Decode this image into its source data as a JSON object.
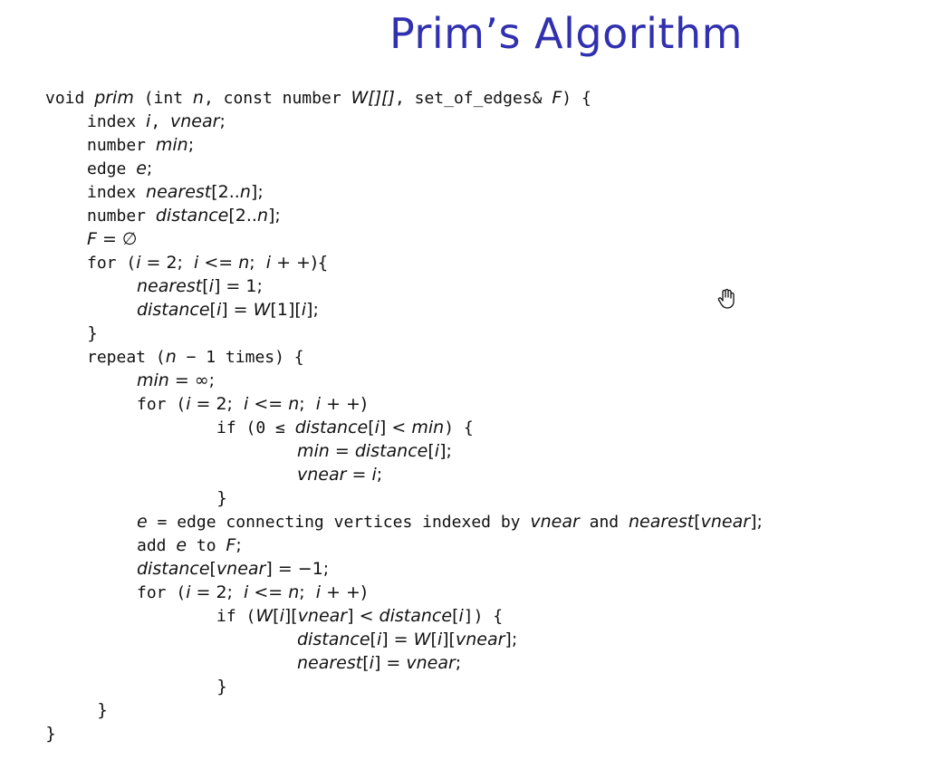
{
  "title": "Prim’s Algorithm",
  "code": {
    "l01": {
      "a": "void ",
      "b": "prim",
      "c": " (int ",
      "d": "n",
      "e": ", const number ",
      "f": "W[][]",
      "g": ", set_of_edges& ",
      "h": "F",
      "i": ") {"
    },
    "l02": {
      "a": "index ",
      "b": "i",
      "c": ", ",
      "d": "vnear",
      "e": ";"
    },
    "l03": {
      "a": "number ",
      "b": "min",
      "c": ";"
    },
    "l04": {
      "a": "edge ",
      "b": "e",
      "c": ";"
    },
    "l05": {
      "a": "index ",
      "b": "nearest",
      "c": "[2..",
      "d": "n",
      "e": "];"
    },
    "l06": {
      "a": "number ",
      "b": "distance",
      "c": "[2..",
      "d": "n",
      "e": "];"
    },
    "l07": {
      "a": "F",
      "b": " = ∅"
    },
    "l08": {
      "a": "for (",
      "b": "i",
      "c": " = 2;  ",
      "d": "i",
      "e": " <= ",
      "f": "n",
      "g": ";  ",
      "h": "i",
      "i": " + +){"
    },
    "l09": {
      "a": "nearest",
      "b": "[",
      "c": "i",
      "d": "] = 1;"
    },
    "l10": {
      "a": "distance",
      "b": "[",
      "c": "i",
      "d": "] = ",
      "e": "W",
      "f": "[1][",
      "g": "i",
      "h": "];"
    },
    "l11": {
      "a": "}"
    },
    "l12": {
      "a": "repeat (",
      "b": "n",
      "c": " − 1 times) {"
    },
    "l13": {
      "a": "min",
      "b": " = ∞;"
    },
    "l14": {
      "a": "for (",
      "b": "i",
      "c": " = 2;  ",
      "d": "i",
      "e": " <= ",
      "f": "n",
      "g": ";  ",
      "h": "i",
      "i": " + +)"
    },
    "l15": {
      "a": "if (0 ≤ ",
      "b": "distance",
      "c": "[",
      "d": "i",
      "e": "] < ",
      "f": "min",
      "g": ") {"
    },
    "l16": {
      "a": "min",
      "b": " = ",
      "c": "distance",
      "d": "[",
      "e": "i",
      "f": "];"
    },
    "l17": {
      "a": "vnear",
      "b": " = ",
      "c": "i",
      "d": ";"
    },
    "l18": {
      "a": "}"
    },
    "l19": {
      "a": "e",
      "b": " = edge connecting vertices indexed by ",
      "c": "vnear",
      "d": " and ",
      "e": "nearest",
      "f": "[",
      "g": "vnear",
      "h": "];"
    },
    "l20": {
      "a": "add ",
      "b": "e",
      "c": " to ",
      "d": "F",
      "e": ";"
    },
    "l21": {
      "a": "distance",
      "b": "[",
      "c": "vnear",
      "d": "] = −1;"
    },
    "l22": {
      "a": "for (",
      "b": "i",
      "c": " = 2;  ",
      "d": "i",
      "e": " <= ",
      "f": "n",
      "g": ";  ",
      "h": "i",
      "i": " + +)"
    },
    "l23": {
      "a": "if (",
      "b": "W",
      "c": "[",
      "d": "i",
      "e": "][",
      "f": "vnear",
      "g": "] < ",
      "h": "distance",
      "i": "[",
      "j": "i",
      "k": "]) {"
    },
    "l24": {
      "a": "distance",
      "b": "[",
      "c": "i",
      "d": "] = ",
      "e": "W",
      "f": "[",
      "g": "i",
      "h": "][",
      "i": "vnear",
      "j": "];"
    },
    "l25": {
      "a": "nearest",
      "b": "[",
      "c": "i",
      "d": "] = ",
      "e": "vnear",
      "f": ";"
    },
    "l26": {
      "a": "}"
    },
    "l27": {
      "a": "}"
    },
    "l28": {
      "a": "}"
    }
  },
  "cursor_icon": "hand-pointer-icon"
}
